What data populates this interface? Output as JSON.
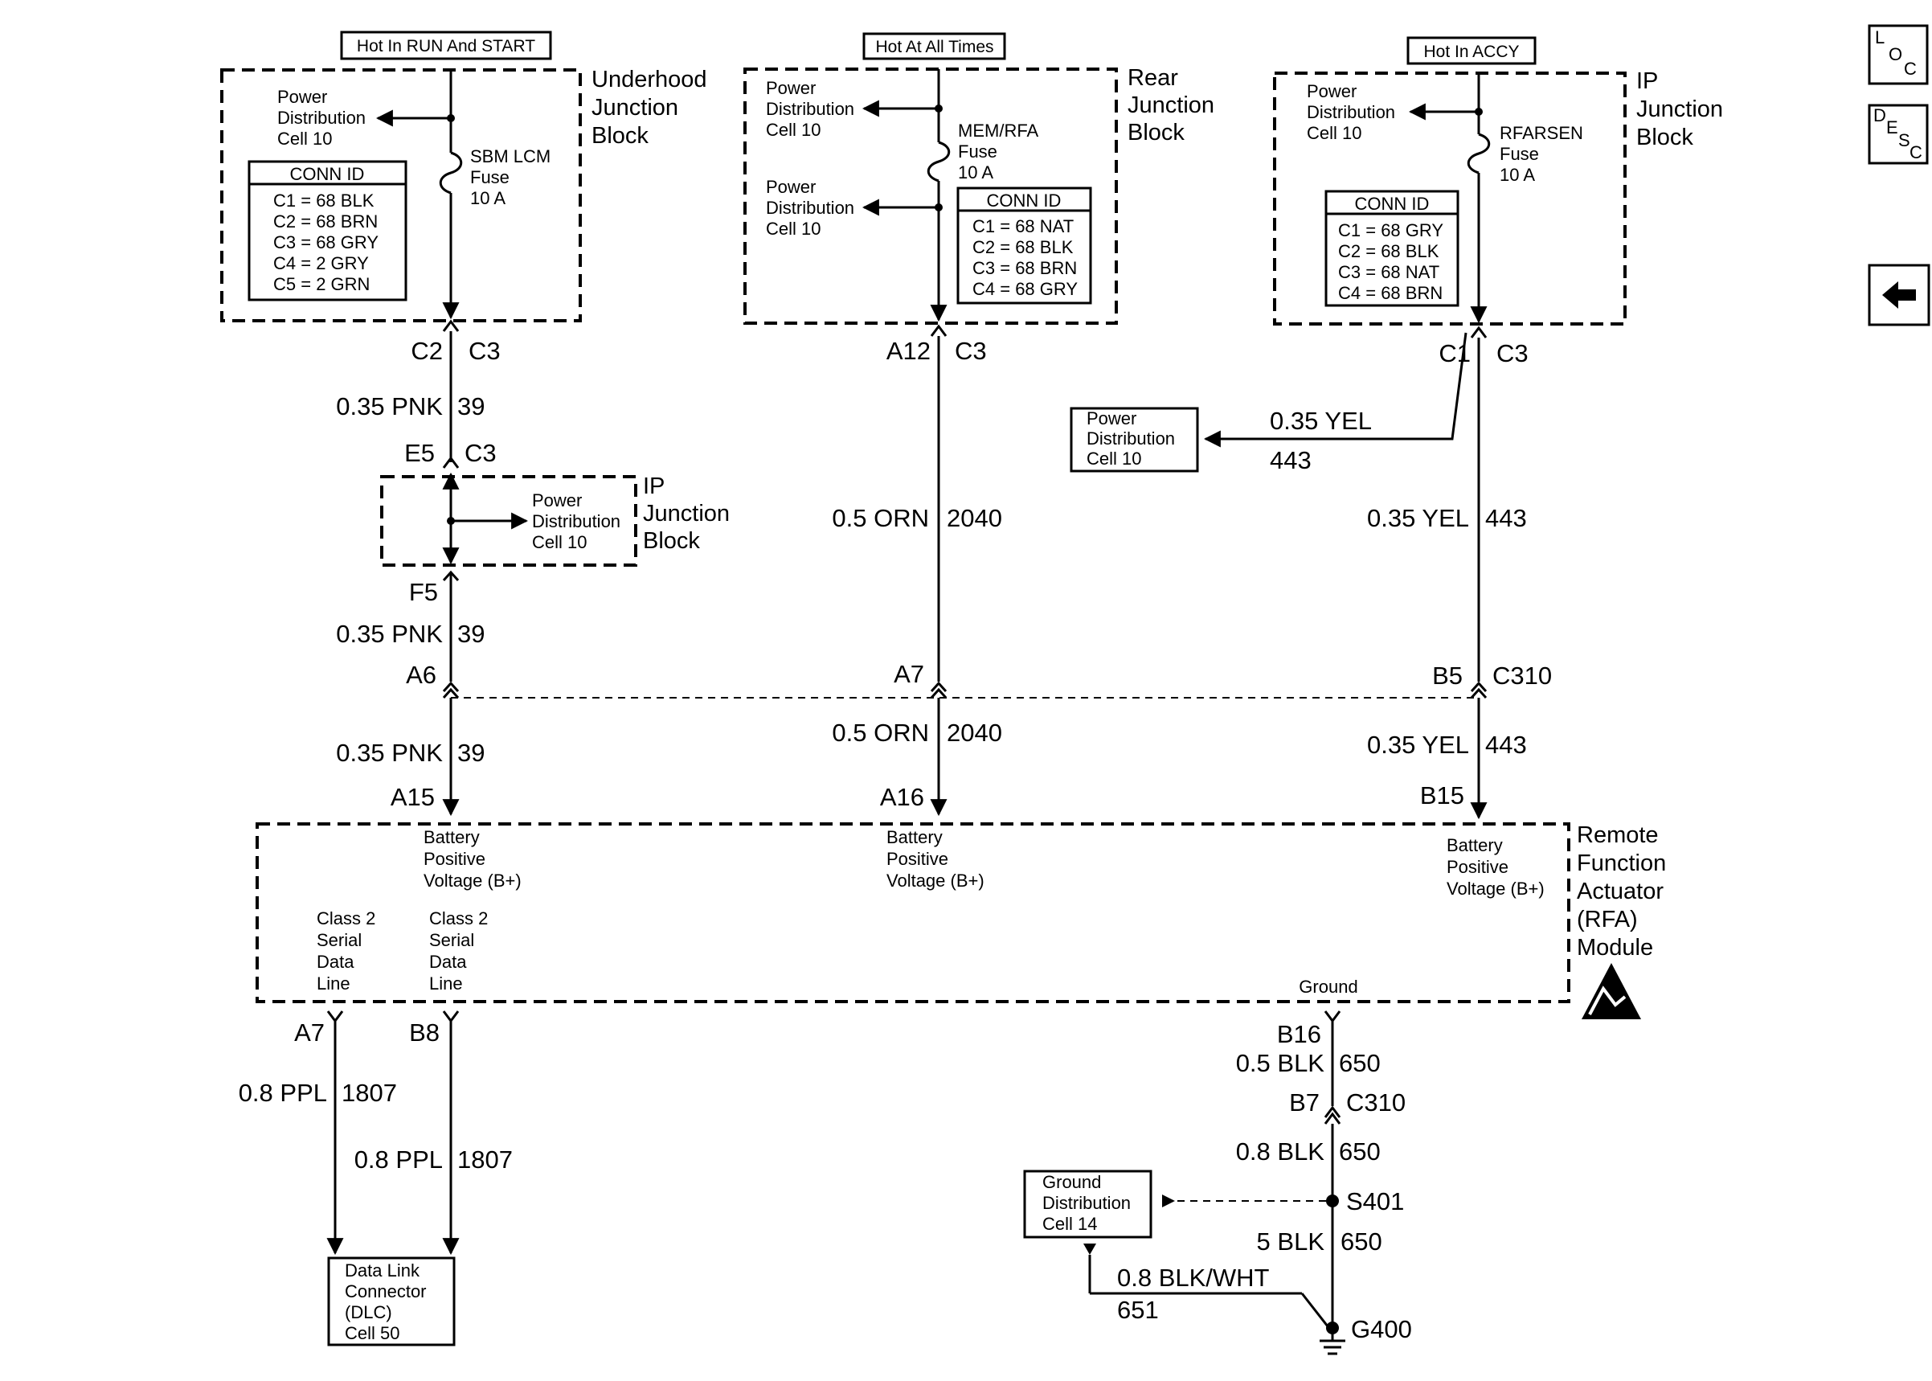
{
  "supply": {
    "run_start": "Hot In RUN And START",
    "all_times": "Hot At All Times",
    "accy": "Hot In ACCY"
  },
  "underhood": {
    "title": [
      "Underhood",
      "Junction",
      "Block"
    ],
    "power_dist": [
      "Power",
      "Distribution",
      "Cell 10"
    ],
    "fuse": [
      "SBM LCM",
      "Fuse",
      "10 A"
    ],
    "conn_title": "CONN ID",
    "conn": [
      "C1 =  68 BLK",
      "C2 =  68 BRN",
      "C3 =  68 GRY",
      "C4 =     2 GRY",
      "C5 =     2 GRN"
    ]
  },
  "rear": {
    "title": [
      "Rear",
      "Junction",
      "Block"
    ],
    "power_dist1": [
      "Power",
      "Distribution",
      "Cell 10"
    ],
    "power_dist2": [
      "Power",
      "Distribution",
      "Cell 10"
    ],
    "fuse": [
      "MEM/RFA",
      "Fuse",
      "10 A"
    ],
    "conn_title": "CONN ID",
    "conn": [
      "C1 =  68 NAT",
      "C2 =  68 BLK",
      "C3 =  68 BRN",
      "C4 =  68 GRY"
    ]
  },
  "ipjb_top": {
    "title": [
      "IP",
      "Junction",
      "Block"
    ],
    "power_dist": [
      "Power",
      "Distribution",
      "Cell 10"
    ],
    "fuse": [
      "RFARSEN",
      "Fuse",
      "10 A"
    ],
    "conn_title": "CONN ID",
    "conn": [
      "C1 =  68 GRY",
      "C2 =  68 BLK",
      "C3 =  68 NAT",
      "C4 =  68 BRN"
    ]
  },
  "ipjb_mid": {
    "title": [
      "IP",
      "Junction",
      "Block"
    ],
    "power_dist": [
      "Power",
      "Distribution",
      "Cell 10"
    ]
  },
  "pd_box_right": [
    "Power",
    "Distribution",
    "Cell 10"
  ],
  "connectors": {
    "c2": "C2",
    "c3_a": "C3",
    "a12": "A12",
    "c3_b": "C3",
    "c1": "C1",
    "c3_c": "C3",
    "e5": "E5",
    "c3_d": "C3",
    "f5": "F5",
    "a6": "A6",
    "a7_top": "A7",
    "b5": "B5",
    "c310_top": "C310",
    "a15": "A15",
    "a16": "A16",
    "b15": "B15",
    "a7_bot": "A7",
    "b8": "B8",
    "b16": "B16",
    "b7": "B7",
    "c310_bot": "C310",
    "s401": "S401",
    "g400": "G400"
  },
  "wires": {
    "pnk1_size": "0.35 PNK",
    "pnk1_circ": "39",
    "pnk2_size": "0.35 PNK",
    "pnk2_circ": "39",
    "pnk3_size": "0.35 PNK",
    "pnk3_circ": "39",
    "orn1_size": "0.5 ORN",
    "orn1_circ": "2040",
    "orn2_size": "0.5 ORN",
    "orn2_circ": "2040",
    "yel_branch_size": "0.35 YEL",
    "yel_branch_circ": "443",
    "yel1_size": "0.35 YEL",
    "yel1_circ": "443",
    "yel2_size": "0.35 YEL",
    "yel2_circ": "443",
    "ppl1_size": "0.8 PPL",
    "ppl1_circ": "1807",
    "ppl2_size": "0.8 PPL",
    "ppl2_circ": "1807",
    "blk1_size": "0.5 BLK",
    "blk1_circ": "650",
    "blk2_size": "0.8 BLK",
    "blk2_circ": "650",
    "blk3_size": "5 BLK",
    "blk3_circ": "650",
    "blkwht_size": "0.8 BLK/WHT",
    "blkwht_circ": "651"
  },
  "module": {
    "title": [
      "Remote",
      "Function",
      "Actuator",
      "(RFA)",
      "Module"
    ],
    "bplus1": [
      "Battery",
      "Positive",
      "Voltage (B+)"
    ],
    "bplus2": [
      "Battery",
      "Positive",
      "Voltage (B+)"
    ],
    "bplus3": [
      "Battery",
      "Positive",
      "Voltage (B+)"
    ],
    "serial1": [
      "Class 2",
      "Serial",
      "Data",
      "Line"
    ],
    "serial2": [
      "Class 2",
      "Serial",
      "Data",
      "Line"
    ],
    "ground": "Ground"
  },
  "dlc": [
    "Data Link",
    "Connector",
    "(DLC)",
    "Cell 50"
  ],
  "ground_dist": [
    "Ground",
    "Distribution",
    "Cell 14"
  ],
  "side": {
    "loc": [
      "L",
      "O",
      "C"
    ],
    "desc": [
      "D",
      "E",
      "S",
      "C"
    ]
  }
}
